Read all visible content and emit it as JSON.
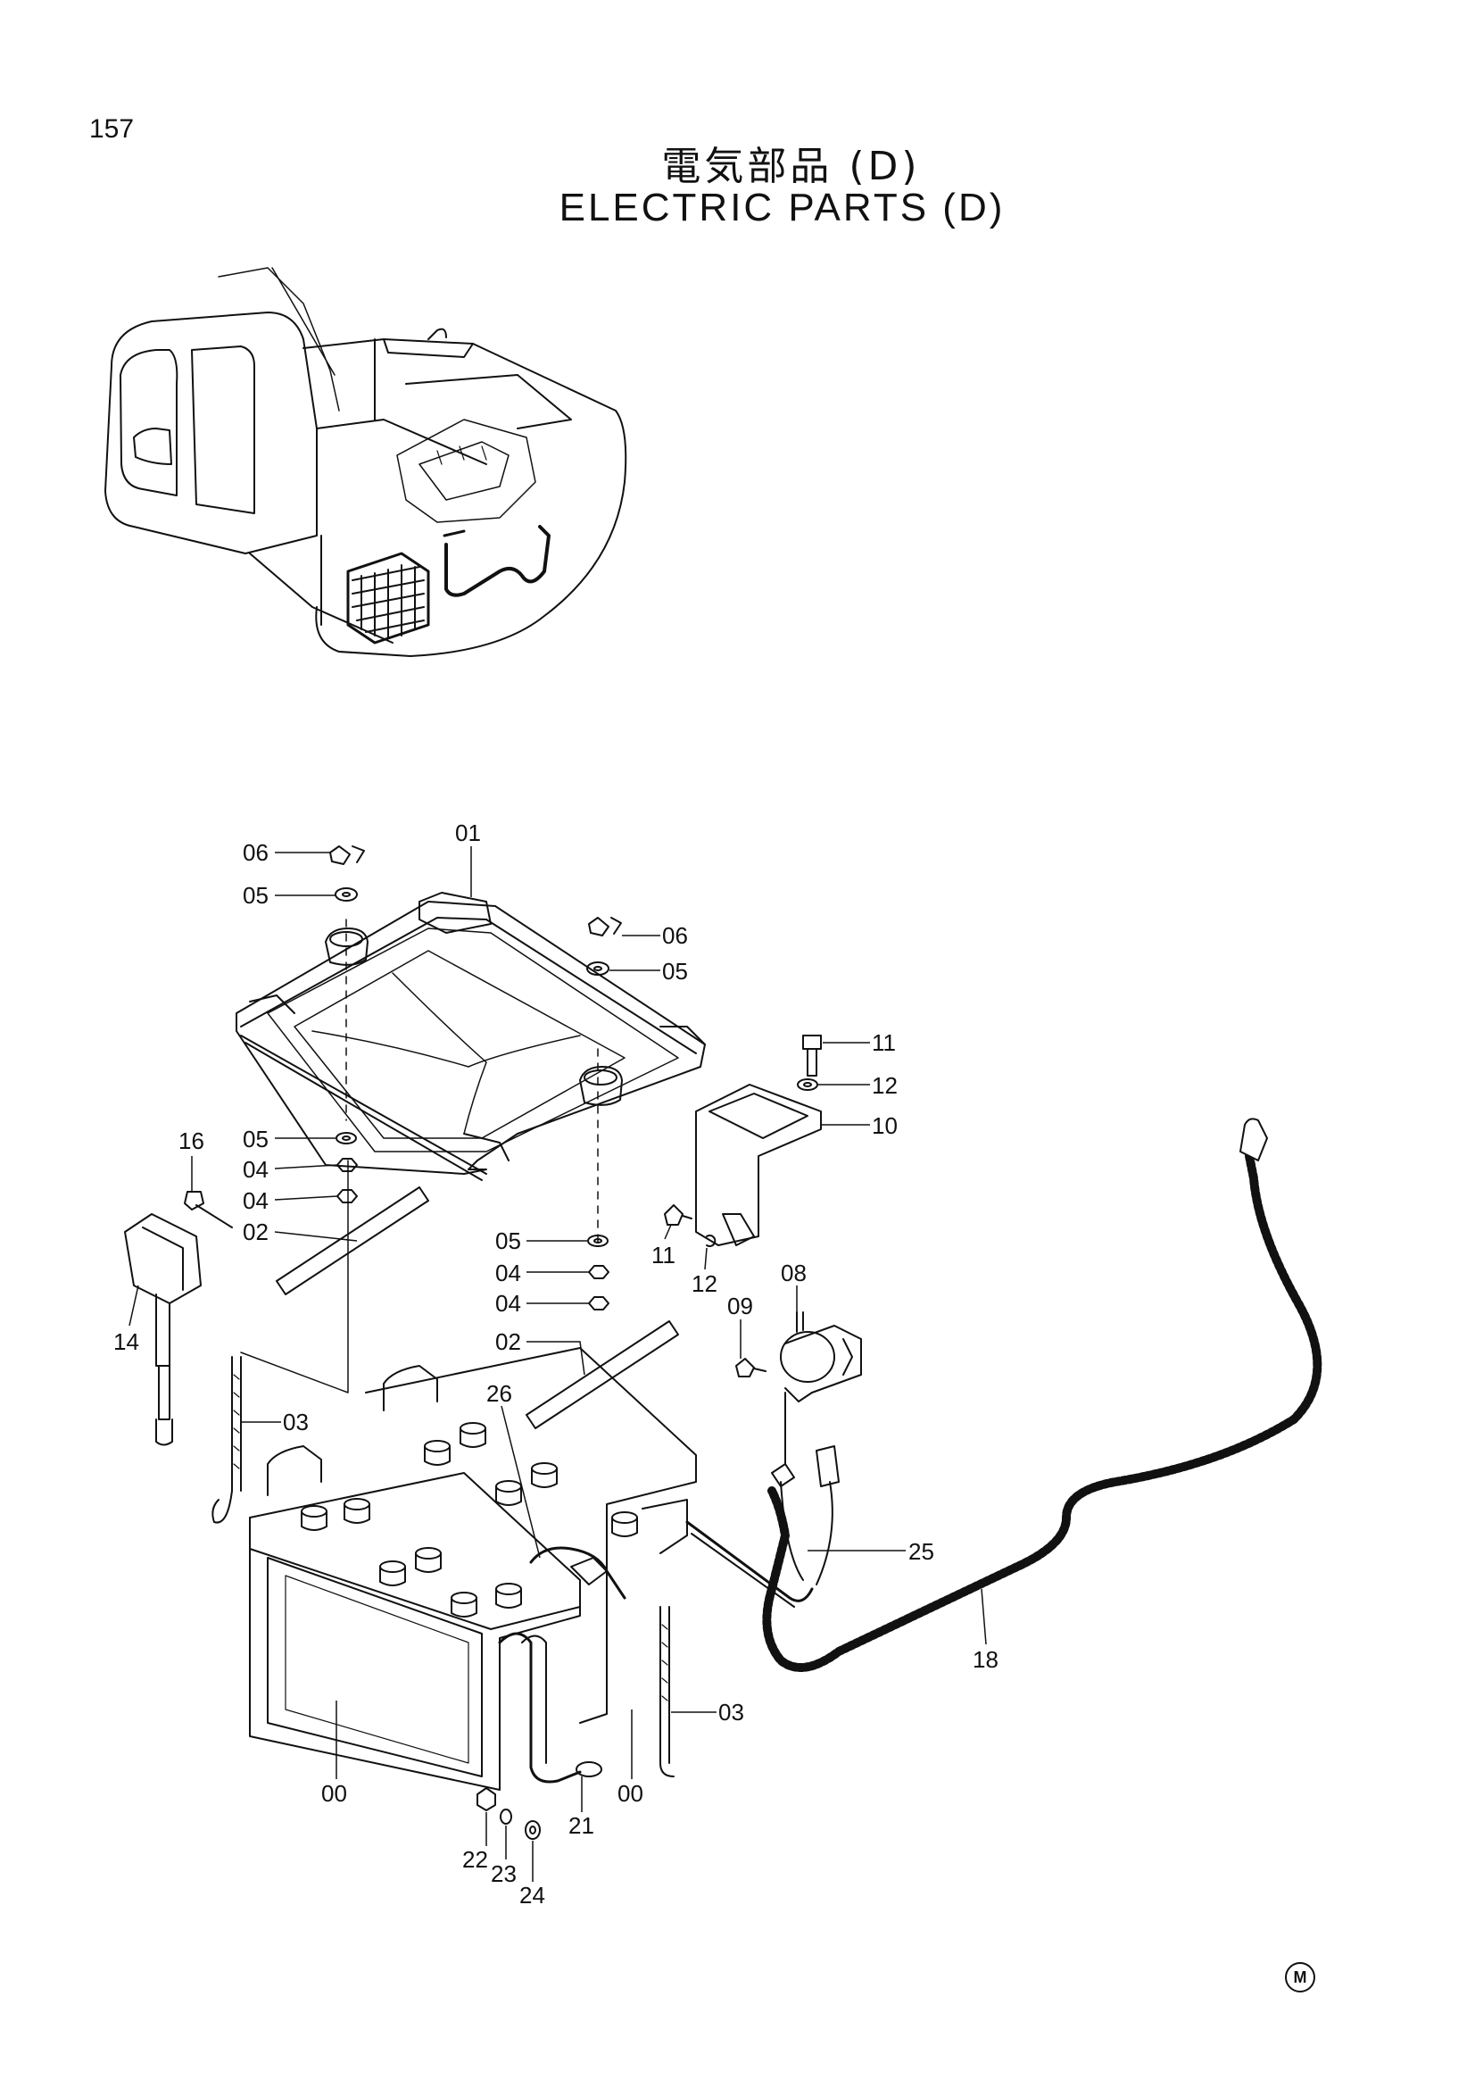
{
  "page_number": "157",
  "title_jp": "電気部品 (D)",
  "title_en": "ELECTRIC PARTS (D)",
  "manufacturer_mark": "M",
  "callouts": [
    "06",
    "01",
    "05",
    "06",
    "05",
    "11",
    "12",
    "10",
    "16",
    "05",
    "04",
    "04",
    "02",
    "05",
    "04",
    "04",
    "11",
    "12",
    "08",
    "09",
    "02",
    "14",
    "26",
    "03",
    "25",
    "18",
    "03",
    "00",
    "00",
    "21",
    "22",
    "23",
    "24"
  ]
}
